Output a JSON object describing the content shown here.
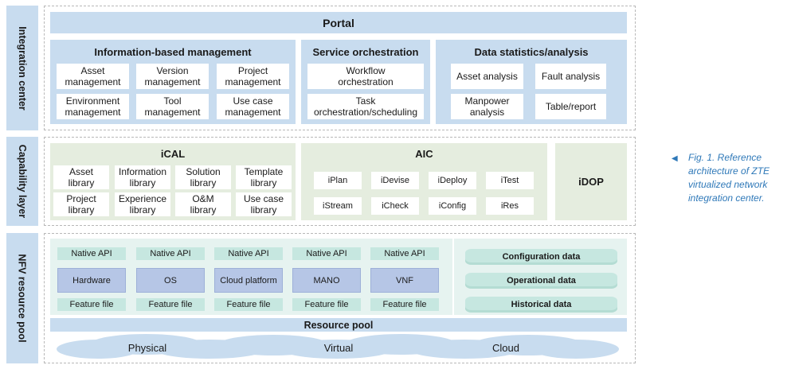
{
  "side_labels": {
    "integration": "Integration center",
    "capability": "Capability layer",
    "nfv": "NFV resource pool"
  },
  "integration": {
    "portal": "Portal",
    "info_mgmt": {
      "title": "Information-based management",
      "items": [
        "Asset\nmanagement",
        "Version\nmanagement",
        "Project\nmanagement",
        "Environment\nmanagement",
        "Tool\nmanagement",
        "Use case\nmanagement"
      ]
    },
    "service": {
      "title": "Service orchestration",
      "items": [
        "Workflow\norchestration",
        "Task\norchestration/scheduling"
      ]
    },
    "stats": {
      "title": "Data statistics/analysis",
      "items": [
        "Asset analysis",
        "Fault analysis",
        "Manpower\nanalysis",
        "Table/report"
      ]
    }
  },
  "capability": {
    "ical": {
      "title": "iCAL",
      "items": [
        "Asset\nlibrary",
        "Information\nlibrary",
        "Solution\nlibrary",
        "Template\nlibrary",
        "Project\nlibrary",
        "Experience\nlibrary",
        "O&M\nlibrary",
        "Use case\nlibrary"
      ]
    },
    "aic": {
      "title": "AIC",
      "items": [
        "iPlan",
        "iDevise",
        "iDeploy",
        "iTest",
        "iStream",
        "iCheck",
        "iConfig",
        "iRes"
      ]
    },
    "idop": "iDOP"
  },
  "nfv": {
    "columns": [
      {
        "api": "Native API",
        "name": "Hardware",
        "feature": "Feature file"
      },
      {
        "api": "Native API",
        "name": "OS",
        "feature": "Feature file"
      },
      {
        "api": "Native API",
        "name": "Cloud platform",
        "feature": "Feature file"
      },
      {
        "api": "Native API",
        "name": "MANO",
        "feature": "Feature file"
      },
      {
        "api": "Native API",
        "name": "VNF",
        "feature": "Feature file"
      }
    ],
    "data": [
      "Configuration data",
      "Operational data",
      "Historical data"
    ],
    "resource_pool": "Resource pool",
    "clouds": [
      "Physical",
      "Virtual",
      "Cloud"
    ]
  },
  "caption": "Fig. 1. Reference\narchitecture of ZTE\nvirtualized network\nintegration center.",
  "colors": {
    "blue": "#c8dcef",
    "green": "#e5eddf",
    "teal": "#c6e7e0",
    "mid_blue": "#b6c6e6",
    "caption": "#2e78b8"
  }
}
